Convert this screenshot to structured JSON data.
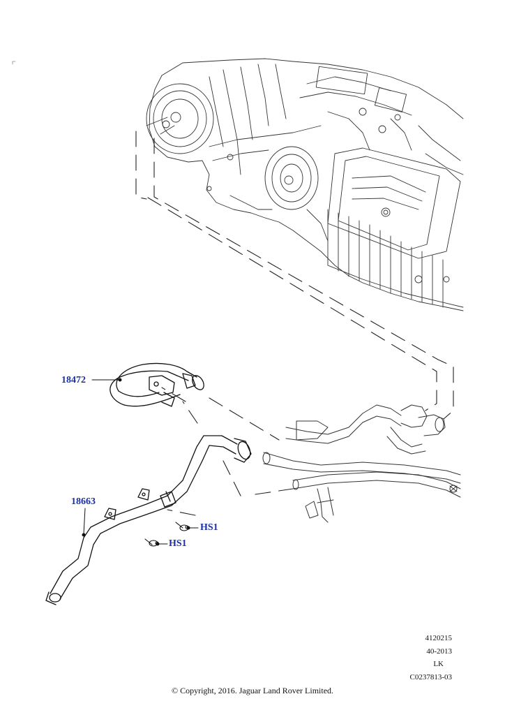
{
  "callouts": {
    "hose_upper": "18472",
    "tube_lower": "18663",
    "screw_a": "HS1",
    "screw_b": "HS1"
  },
  "drawing_info": {
    "number": "4120215",
    "date_code": "40-2013",
    "initials": "LK",
    "reference": "C0237813-03"
  },
  "copyright": "© Copyright, 2016. Jaguar Land Rover Limited."
}
